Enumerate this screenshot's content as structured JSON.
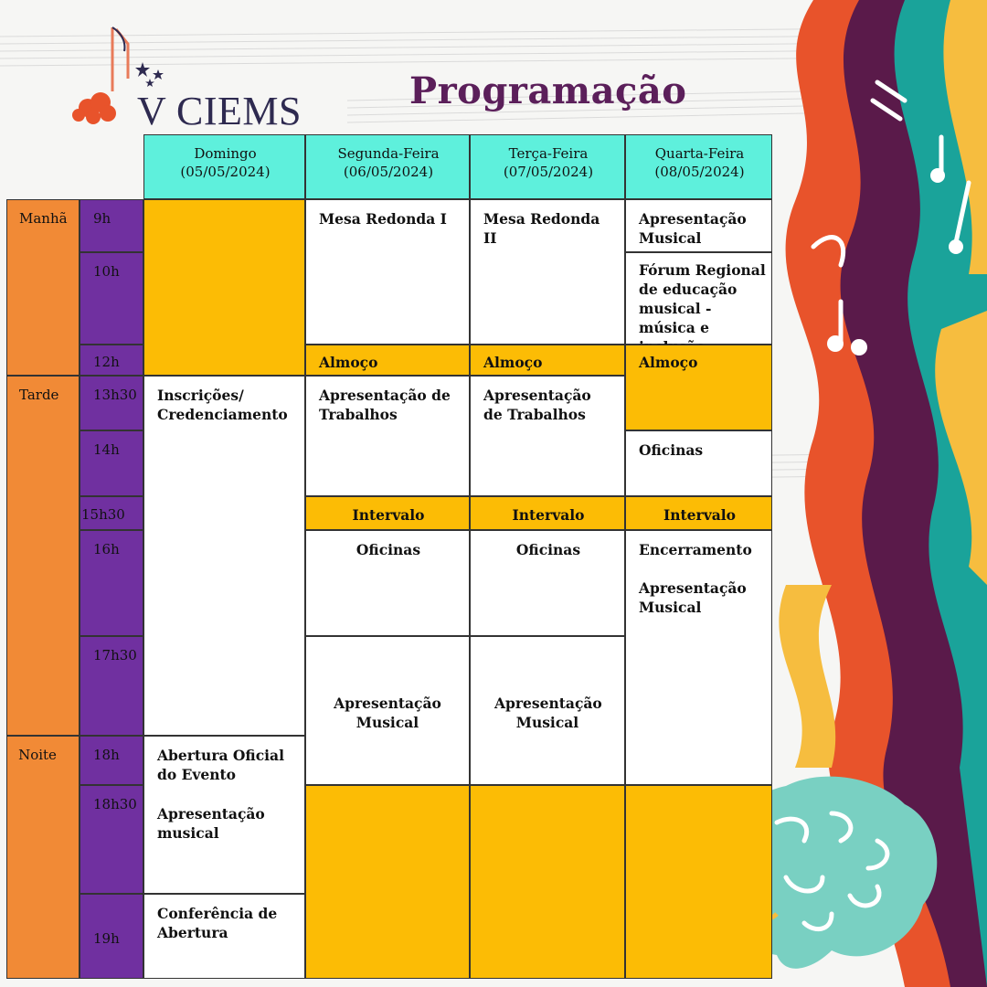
{
  "header": {
    "title": "Programação",
    "logo_text": "V CIEMS"
  },
  "days": [
    {
      "name": "Domingo",
      "date": "(05/05/2024)"
    },
    {
      "name": "Segunda-Feira",
      "date": "(06/05/2024)"
    },
    {
      "name": "Terça-Feira",
      "date": "(07/05/2024)"
    },
    {
      "name": "Quarta-Feira",
      "date": "(08/05/2024)"
    }
  ],
  "periods": [
    "Manhã",
    "Tarde",
    "Noite"
  ],
  "times": [
    "9h",
    "10h",
    "12h",
    "13h30",
    "14h",
    "15h30",
    "16h",
    "17h30",
    "18h",
    "18h30",
    "19h"
  ],
  "schedule": {
    "mon": {
      "morning": "Mesa Redonda I",
      "lunch": "Almoço",
      "afternoon": "Apresentação de Trabalhos",
      "break": "Intervalo",
      "workshops": "Oficinas",
      "music": "Apresentação Musical"
    },
    "tue": {
      "morning": "Mesa Redonda II",
      "lunch": "Almoço",
      "afternoon": "Apresentação de Trabalhos",
      "break": "Intervalo",
      "workshops": "Oficinas",
      "music": "Apresentação Musical"
    },
    "wed": {
      "music_9h": "Apresentação Musical",
      "forum": "Fórum Regional de educação musical - música e inclusão",
      "lunch": "Almoço",
      "workshops": "Oficinas",
      "break": "Intervalo",
      "closing": "Encerramento",
      "closing_music": "Apresentação Musical"
    },
    "sun": {
      "registration": "Inscrições/ Credenciamento",
      "opening": "Abertura Oficial do Evento",
      "music": "Apresentação musical",
      "conference": "Conferência de Abertura"
    }
  },
  "colors": {
    "header": "#5ef0dc",
    "period": "#f18a36",
    "time": "#7030a0",
    "highlight": "#fcbc05",
    "title": "#5b1f5a"
  }
}
